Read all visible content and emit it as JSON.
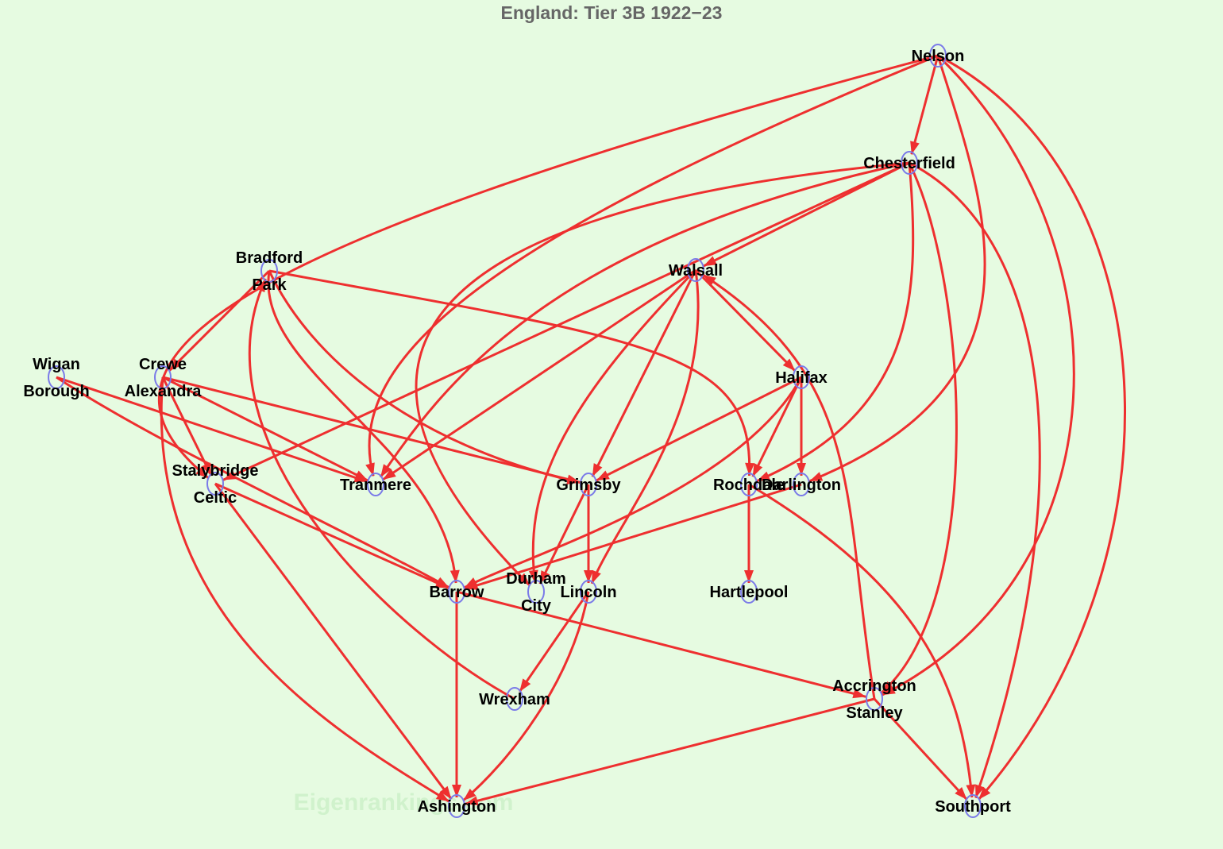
{
  "title": "England: Tier 3B 1922−23",
  "watermark": "Eigenrankings.com",
  "colors": {
    "background": "#e6fbe1",
    "edge": "#ee2f2f",
    "node_stroke": "#7a7ae8",
    "title": "#666666"
  },
  "nodes": [
    {
      "id": "nelson",
      "lines": [
        "Nelson"
      ]
    },
    {
      "id": "chesterfield",
      "lines": [
        "Chesterfield"
      ]
    },
    {
      "id": "bradford",
      "lines": [
        "Bradford",
        "Park"
      ]
    },
    {
      "id": "walsall",
      "lines": [
        "Walsall"
      ]
    },
    {
      "id": "wigan",
      "lines": [
        "Wigan",
        "Borough"
      ]
    },
    {
      "id": "crewe",
      "lines": [
        "Crewe",
        "Alexandra"
      ]
    },
    {
      "id": "halifax",
      "lines": [
        "Halifax"
      ]
    },
    {
      "id": "stalybridge",
      "lines": [
        "Stalybridge",
        "Celtic"
      ]
    },
    {
      "id": "tranmere",
      "lines": [
        "Tranmere"
      ]
    },
    {
      "id": "grimsby",
      "lines": [
        "Grimsby"
      ]
    },
    {
      "id": "rochdale",
      "lines": [
        "Rochdale"
      ]
    },
    {
      "id": "darlington",
      "lines": [
        "Darlington"
      ]
    },
    {
      "id": "barrow",
      "lines": [
        "Barrow"
      ]
    },
    {
      "id": "durham",
      "lines": [
        "Durham",
        "City"
      ]
    },
    {
      "id": "lincoln",
      "lines": [
        "Lincoln"
      ]
    },
    {
      "id": "hartlepool",
      "lines": [
        "Hartlepool"
      ]
    },
    {
      "id": "wrexham",
      "lines": [
        "Wrexham"
      ]
    },
    {
      "id": "accrington",
      "lines": [
        "Accrington",
        "Stanley"
      ]
    },
    {
      "id": "ashington",
      "lines": [
        "Ashington"
      ]
    },
    {
      "id": "southport",
      "lines": [
        "Southport"
      ]
    }
  ],
  "edges": [
    {
      "from": "nelson",
      "to": "chesterfield"
    },
    {
      "from": "nelson",
      "to": "stalybridge"
    },
    {
      "from": "nelson",
      "to": "tranmere"
    },
    {
      "from": "nelson",
      "to": "darlington"
    },
    {
      "from": "nelson",
      "to": "accrington"
    },
    {
      "from": "nelson",
      "to": "southport"
    },
    {
      "from": "chesterfield",
      "to": "walsall"
    },
    {
      "from": "chesterfield",
      "to": "tranmere"
    },
    {
      "from": "chesterfield",
      "to": "stalybridge"
    },
    {
      "from": "chesterfield",
      "to": "durham"
    },
    {
      "from": "chesterfield",
      "to": "rochdale"
    },
    {
      "from": "chesterfield",
      "to": "accrington"
    },
    {
      "from": "chesterfield",
      "to": "southport"
    },
    {
      "from": "bradford",
      "to": "crewe"
    },
    {
      "from": "bradford",
      "to": "rochdale"
    },
    {
      "from": "bradford",
      "to": "grimsby"
    },
    {
      "from": "bradford",
      "to": "barrow"
    },
    {
      "from": "walsall",
      "to": "halifax"
    },
    {
      "from": "walsall",
      "to": "tranmere"
    },
    {
      "from": "walsall",
      "to": "grimsby"
    },
    {
      "from": "walsall",
      "to": "durham"
    },
    {
      "from": "walsall",
      "to": "lincoln"
    },
    {
      "from": "wigan",
      "to": "tranmere"
    },
    {
      "from": "wigan",
      "to": "barrow"
    },
    {
      "from": "crewe",
      "to": "stalybridge"
    },
    {
      "from": "crewe",
      "to": "tranmere"
    },
    {
      "from": "crewe",
      "to": "grimsby"
    },
    {
      "from": "crewe",
      "to": "ashington"
    },
    {
      "from": "halifax",
      "to": "grimsby"
    },
    {
      "from": "halifax",
      "to": "rochdale"
    },
    {
      "from": "halifax",
      "to": "darlington"
    },
    {
      "from": "halifax",
      "to": "barrow"
    },
    {
      "from": "stalybridge",
      "to": "barrow"
    },
    {
      "from": "stalybridge",
      "to": "ashington"
    },
    {
      "from": "grimsby",
      "to": "durham"
    },
    {
      "from": "grimsby",
      "to": "lincoln"
    },
    {
      "from": "rochdale",
      "to": "hartlepool"
    },
    {
      "from": "rochdale",
      "to": "southport"
    },
    {
      "from": "darlington",
      "to": "barrow"
    },
    {
      "from": "barrow",
      "to": "ashington"
    },
    {
      "from": "barrow",
      "to": "accrington"
    },
    {
      "from": "lincoln",
      "to": "wrexham"
    },
    {
      "from": "lincoln",
      "to": "ashington"
    },
    {
      "from": "wrexham",
      "to": "bradford"
    },
    {
      "from": "accrington",
      "to": "walsall"
    },
    {
      "from": "accrington",
      "to": "ashington"
    },
    {
      "from": "accrington",
      "to": "southport"
    }
  ]
}
